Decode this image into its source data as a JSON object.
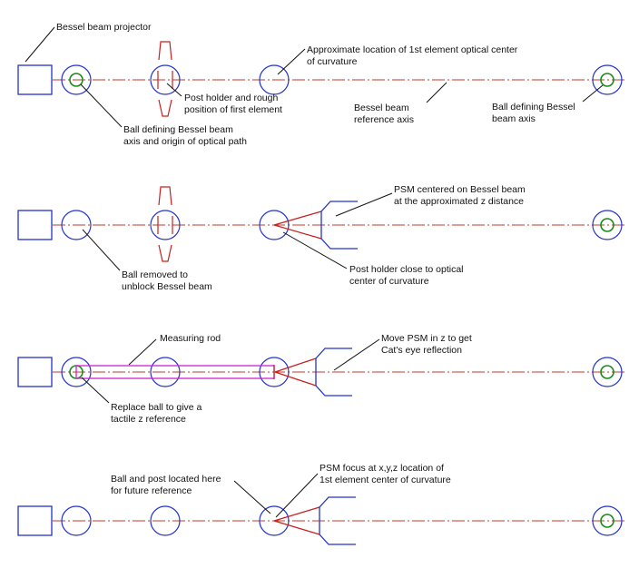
{
  "colors": {
    "axis": "#c0392b",
    "ring": "#2233cc",
    "ball": "#1a8a1a",
    "rod": "#cc22cc",
    "leader": "#111111"
  },
  "panel1": {
    "projector_label": "Bessel beam projector",
    "ball_origin_label": [
      "Ball defining Bessel beam",
      "axis and origin of optical path"
    ],
    "post_holder_label": [
      "Post holder and rough",
      "position of first element"
    ],
    "center_label": [
      "Approximate location of 1st element optical center",
      "of curvature"
    ],
    "reference_axis_label": [
      "Bessel beam",
      "reference axis"
    ],
    "ball_axis_label": [
      "Ball defining Bessel",
      "beam axis"
    ]
  },
  "panel2": {
    "psm_label": [
      "PSM centered on Bessel beam",
      "at the approximated z distance"
    ],
    "ball_removed_label": [
      "Ball removed to",
      "unblock Bessel beam"
    ],
    "post_close_label": [
      "Post holder close to optical",
      "center of curvature"
    ]
  },
  "panel3": {
    "rod_label": "Measuring rod",
    "move_psm_label": [
      "Move PSM in z to get",
      "Cat's eye reflection"
    ],
    "replace_ball_label": [
      "Replace ball to give a",
      "tactile z reference"
    ]
  },
  "panel4": {
    "ball_post_label": [
      "Ball and post located here",
      "for future reference"
    ],
    "psm_focus_label": [
      "PSM focus at x,y,z location of",
      "1st element center of curvature"
    ]
  }
}
